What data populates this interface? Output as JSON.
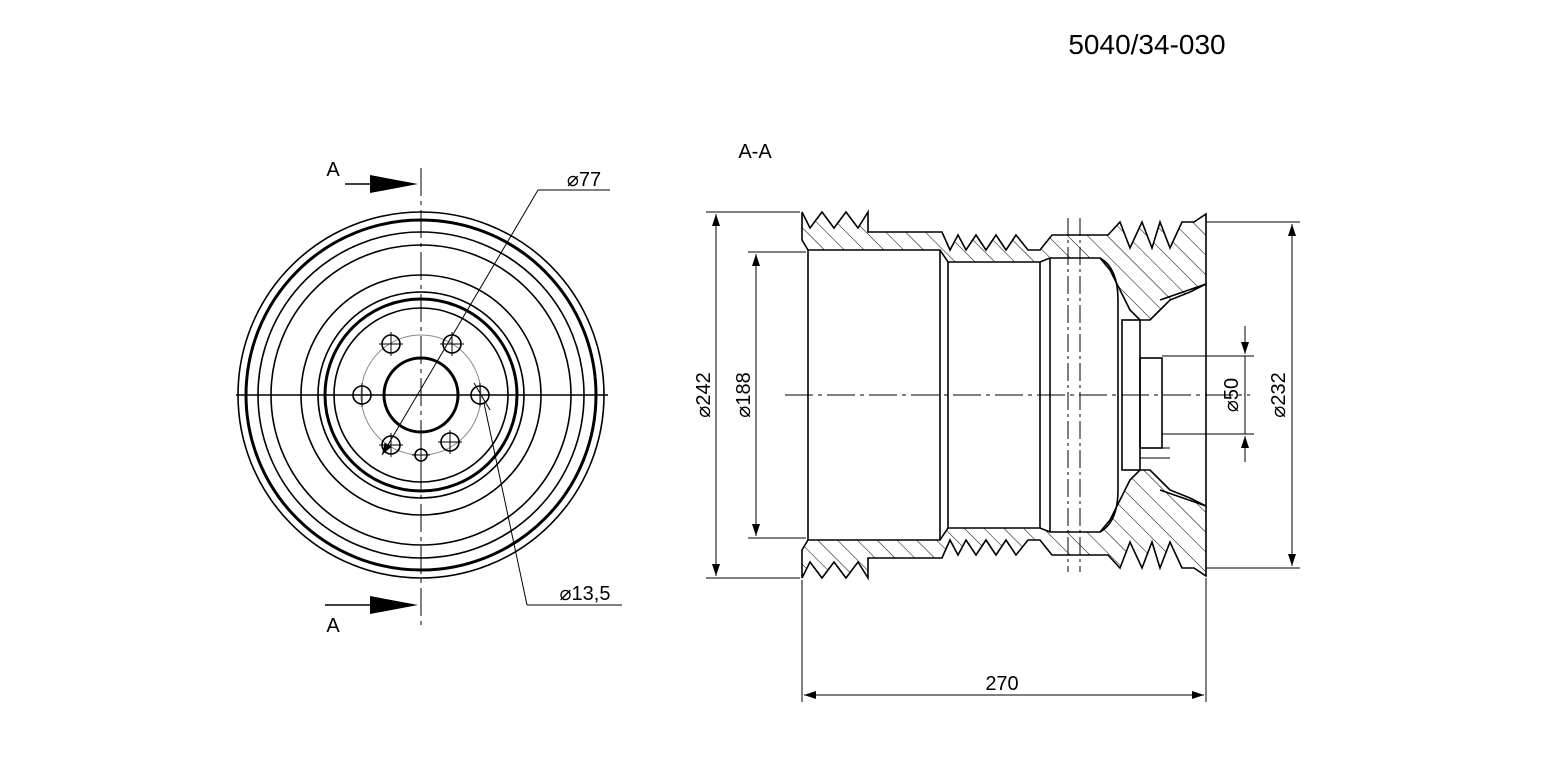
{
  "drawing": {
    "part_number": "5040/34-030",
    "section_label": "A-A",
    "cut_label_top": "A",
    "cut_label_bottom": "A"
  },
  "dimensions": {
    "pitch_circle": "⌀77",
    "bolt_hole": "⌀13,5",
    "outer_diameter_left": "⌀242",
    "bore_diameter": "⌀188",
    "hub_bore": "⌀50",
    "outer_diameter_right": "⌀232",
    "overall_length": "270"
  },
  "colors": {
    "line": "#000000",
    "hatch": "#000000",
    "background": "#ffffff"
  }
}
